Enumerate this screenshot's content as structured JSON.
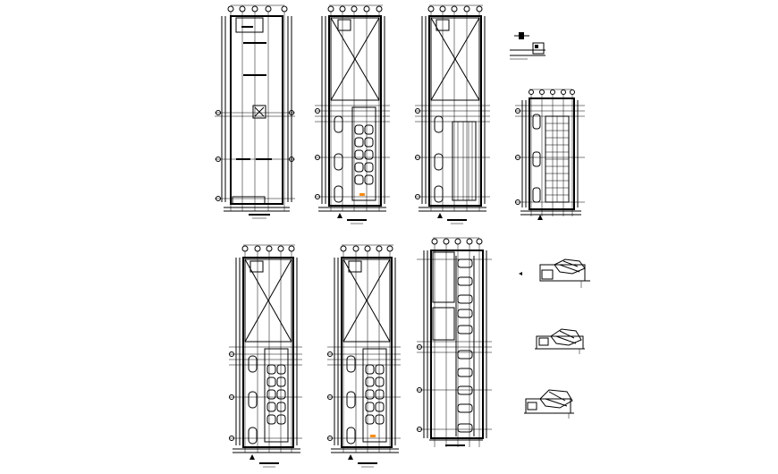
{
  "drawing": {
    "background": "#ffffff",
    "line_color": "#000000",
    "accent_color": "#ff8c00"
  },
  "views": [
    {
      "name": "plan-1",
      "kind": "empty-floor"
    },
    {
      "name": "plan-2",
      "kind": "parking-floor"
    },
    {
      "name": "plan-3",
      "kind": "parking-floor"
    },
    {
      "name": "plan-4",
      "kind": "parking-floor-small"
    },
    {
      "name": "plan-5",
      "kind": "parking-floor"
    },
    {
      "name": "plan-6",
      "kind": "parking-floor"
    },
    {
      "name": "plan-7",
      "kind": "parking-bays"
    },
    {
      "name": "detail-1",
      "kind": "section-detail"
    },
    {
      "name": "detail-2",
      "kind": "section-detail"
    },
    {
      "name": "detail-3",
      "kind": "section-detail"
    },
    {
      "name": "key-detail",
      "kind": "key-detail"
    }
  ]
}
